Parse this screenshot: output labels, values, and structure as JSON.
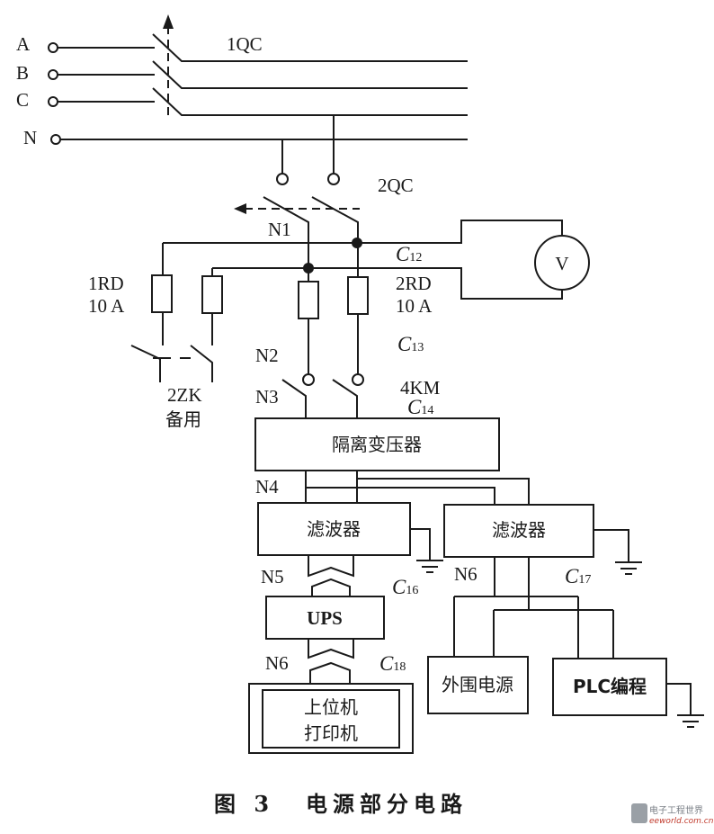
{
  "terminals": {
    "a": "A",
    "b": "B",
    "c": "C",
    "n": "N"
  },
  "labels": {
    "qc1": "1QC",
    "qc2": "2QC",
    "n1": "N1",
    "n2": "N2",
    "n3": "N3",
    "n4": "N4",
    "n5": "N5",
    "n6_left": "N6",
    "n6_right": "N6",
    "rd1": "1RD",
    "rd1_rating": "10 A",
    "rd2": "2RD",
    "rd2_rating": "10 A",
    "zk2": "2ZK",
    "zk2_note": "备用",
    "km4": "4KM",
    "voltmeter": "V",
    "c12": {
      "letter": "C",
      "sub": "12"
    },
    "c13": {
      "letter": "C",
      "sub": "13"
    },
    "c14": {
      "letter": "C",
      "sub": "14"
    },
    "c16": {
      "letter": "C",
      "sub": "16"
    },
    "c17": {
      "letter": "C",
      "sub": "17"
    },
    "c18": {
      "letter": "C",
      "sub": "18"
    }
  },
  "blocks": {
    "isolation_transformer": "隔离变压器",
    "filter_left": "滤波器",
    "filter_right": "滤波器",
    "ups": "UPS",
    "host_line1": "上位机",
    "host_line2": "打印机",
    "peripheral_power": "外围电源",
    "plc_programming": "PLC编程"
  },
  "caption": {
    "figure": "图 3",
    "title": "电源部分电路"
  },
  "logo": {
    "text_cn": "电子工程世界",
    "text_en": "eeworld.com.cn"
  }
}
